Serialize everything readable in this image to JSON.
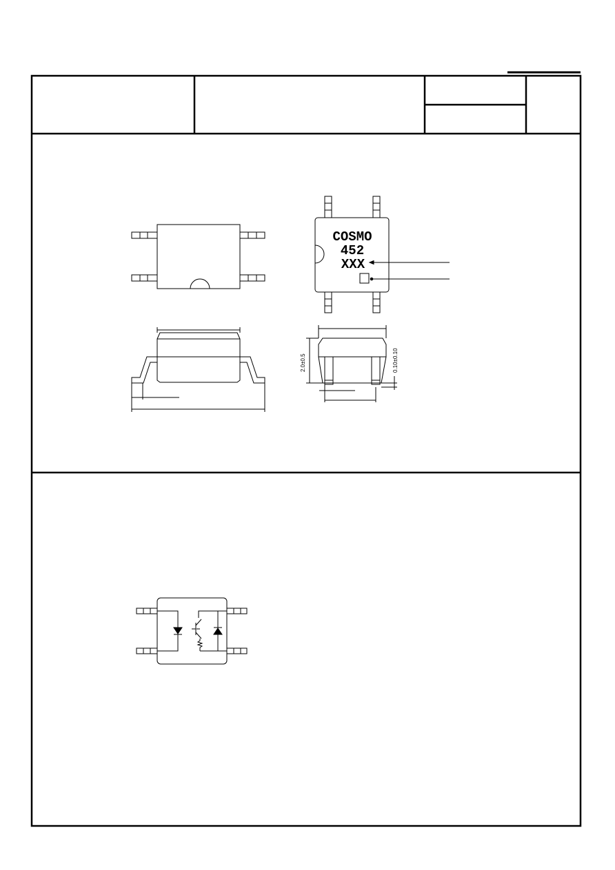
{
  "marking": {
    "brand": "COSMO",
    "part": "452",
    "lot": "XXX"
  },
  "dimensions": {
    "height": "2.0±0.5",
    "standoff": "0.10±0.10"
  }
}
